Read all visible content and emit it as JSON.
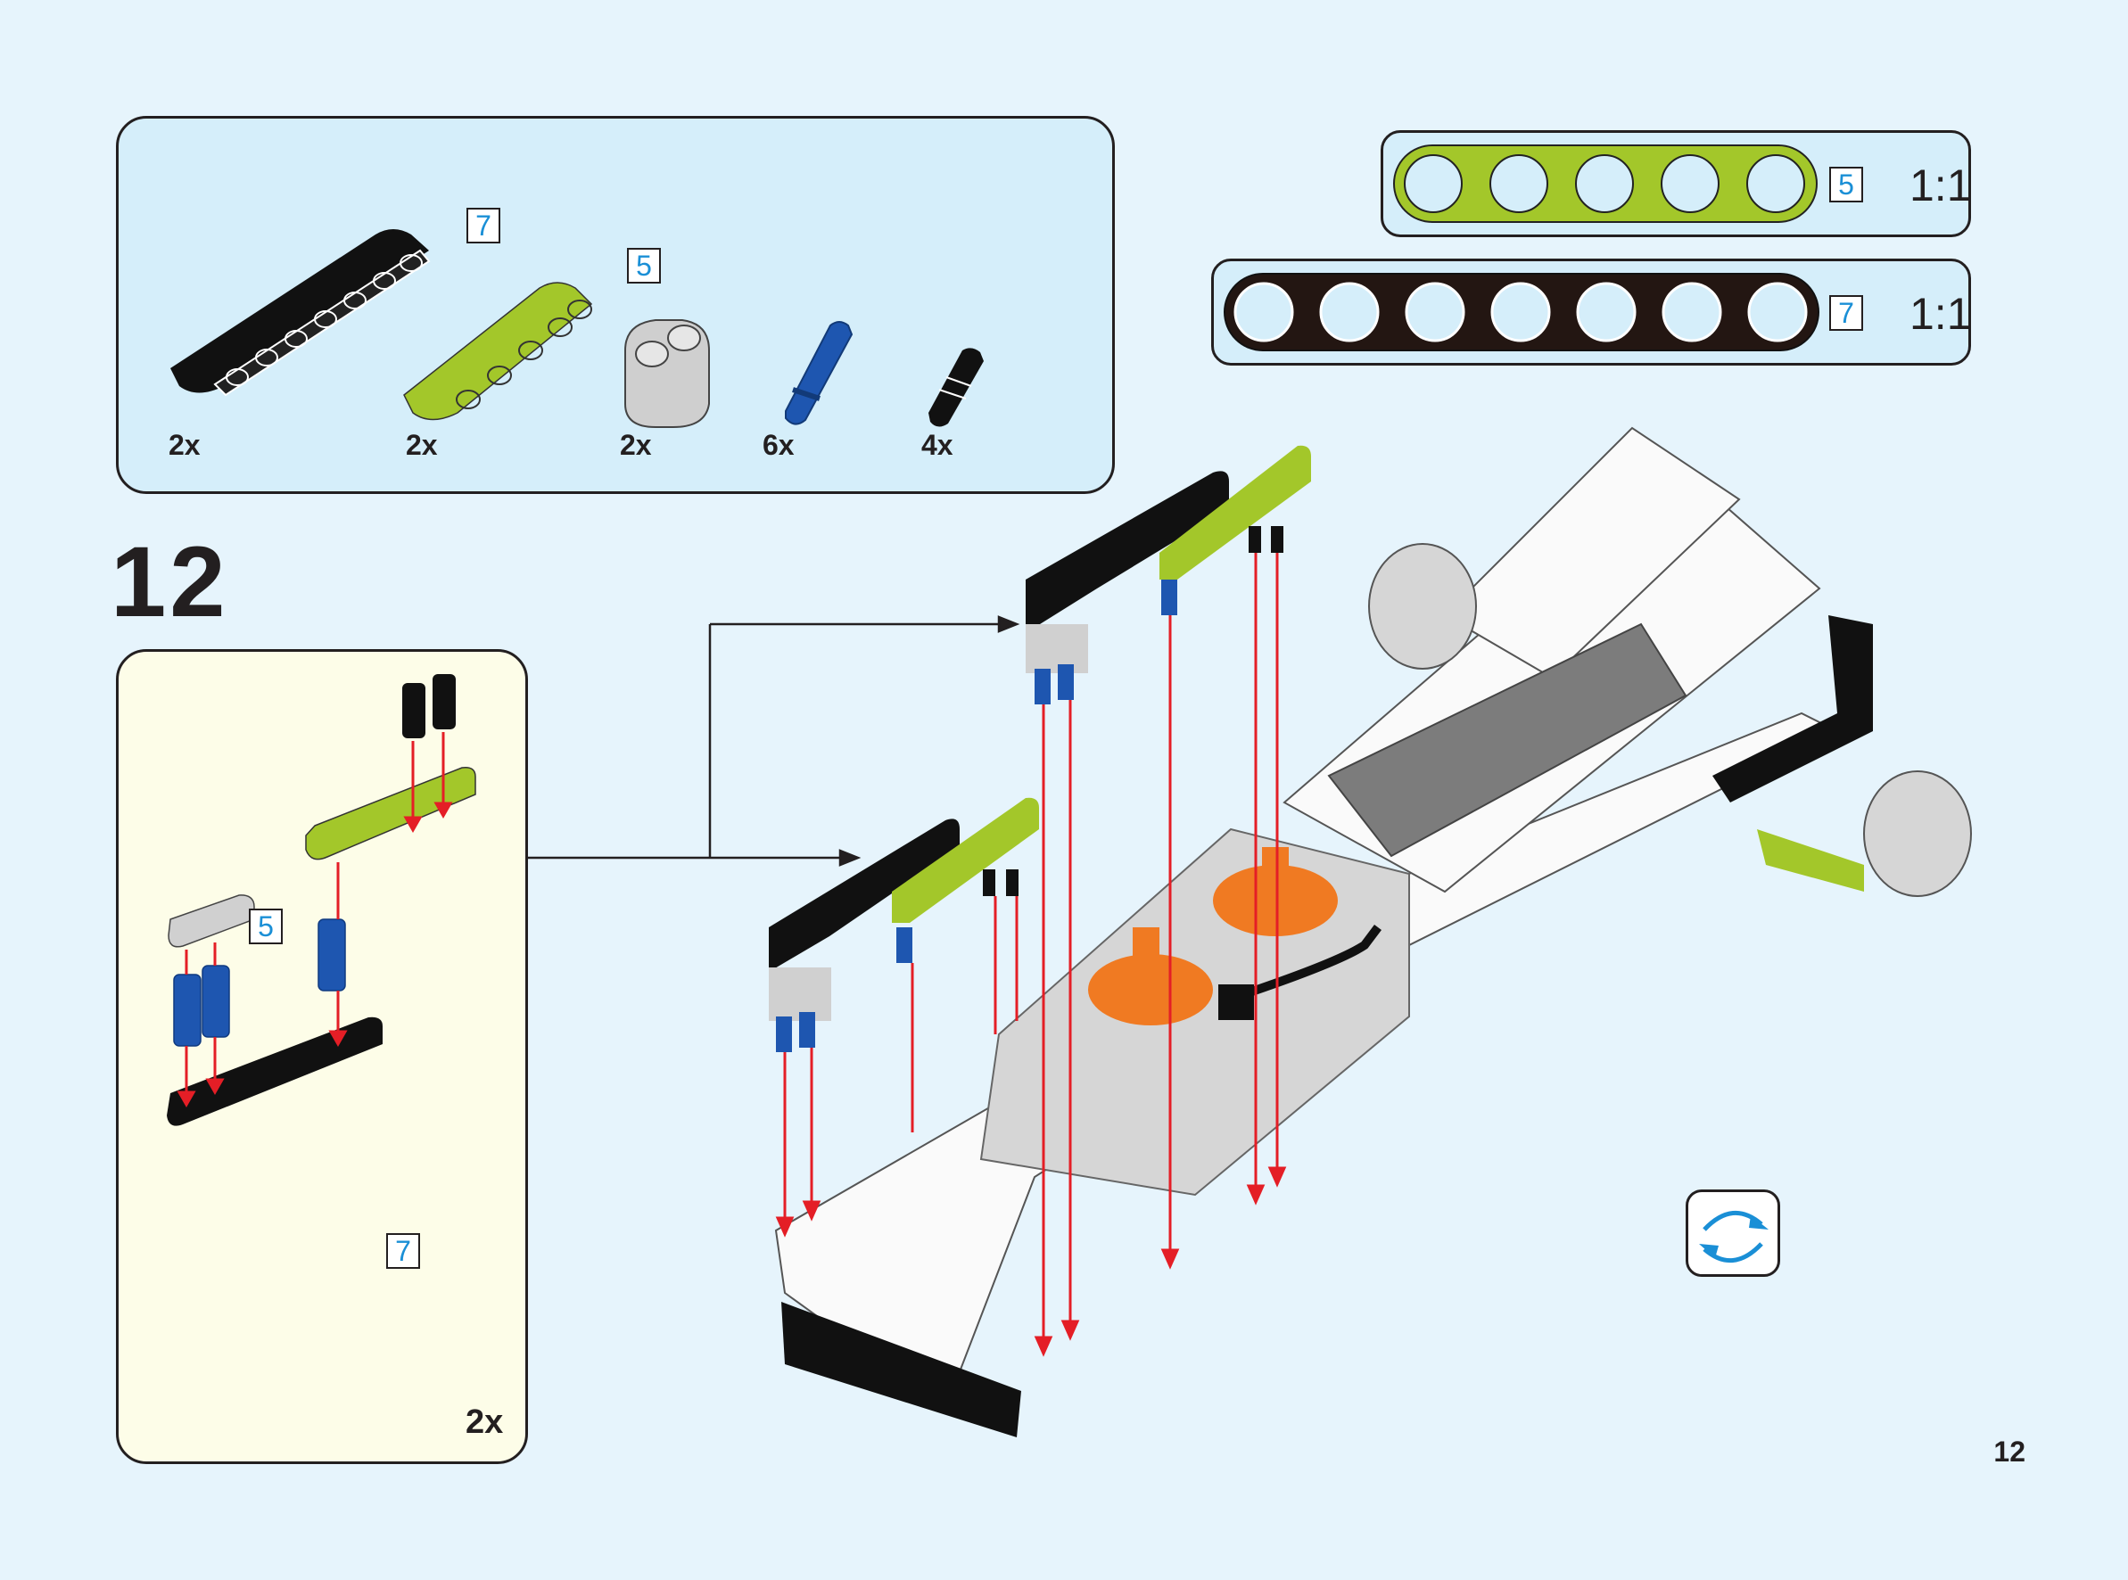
{
  "page": {
    "step_number": "12",
    "page_number": "12"
  },
  "parts_list": {
    "items": [
      {
        "name": "beam-7",
        "color": "black",
        "length_label": "7",
        "quantity": "2x"
      },
      {
        "name": "beam-5",
        "color": "lime",
        "length_label": "5",
        "quantity": "2x"
      },
      {
        "name": "beam-2",
        "color": "light-gray",
        "length_label": "",
        "quantity": "2x"
      },
      {
        "name": "axle-pin",
        "color": "blue",
        "length_label": "",
        "quantity": "6x"
      },
      {
        "name": "friction-pin",
        "color": "black",
        "length_label": "",
        "quantity": "4x"
      }
    ]
  },
  "scale_guides": [
    {
      "color": "lime",
      "length_label": "5",
      "holes": 5,
      "ratio": "1:1"
    },
    {
      "color": "black",
      "length_label": "7",
      "holes": 7,
      "ratio": "1:1"
    }
  ],
  "subassembly": {
    "quantity": "2x",
    "beam_5_label": "5",
    "beam_7_label": "7"
  },
  "rotate_icon": "rotate-model-icon",
  "colors": {
    "background": "#e6f4fc",
    "panel_blue": "#d5eefa",
    "panel_cream": "#fdfde8",
    "lime": "#a3c72a",
    "black": "#1a1a1a",
    "blue_pin": "#1e56b0",
    "arrow_red": "#e41e26",
    "badge_text": "#1a8fd6",
    "orange": "#f07a22",
    "gray": "#8a8a8a"
  }
}
